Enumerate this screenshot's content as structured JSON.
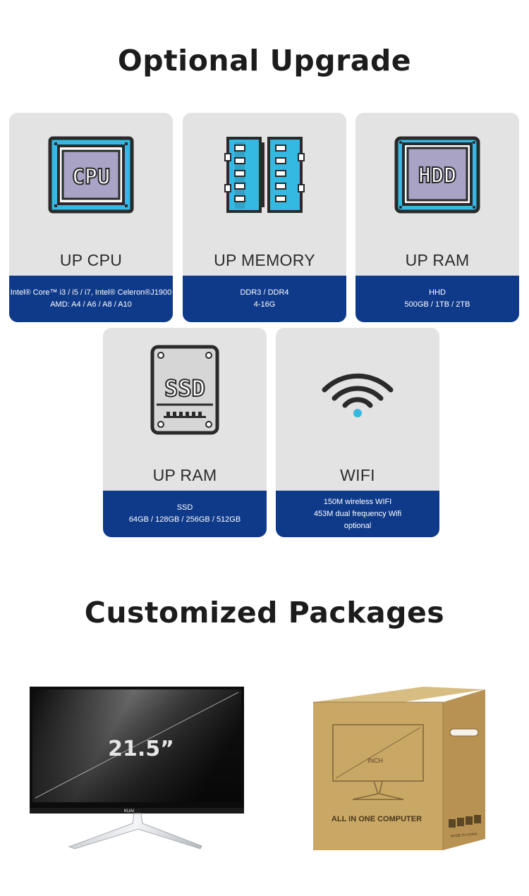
{
  "sections": {
    "upgrade_title": "Optional Upgrade",
    "packages_title": "Customized Packages"
  },
  "colors": {
    "band": "#0f3a8a",
    "card_bg": "#e3e3e3",
    "icon_fill": "#34b9e3",
    "icon_outline": "#2a2a2a"
  },
  "cards": [
    {
      "icon": "cpu-chip-icon",
      "icon_text": "CPU",
      "label": "UP CPU",
      "lines": [
        "Intel® Core™ i3 / i5 / i7,   Intel® Celeron®J1900",
        "AMD: A4 / A6 / A8 / A10"
      ]
    },
    {
      "icon": "memory-module-icon",
      "label": "UP MEMORY",
      "lines": [
        "DDR3 / DDR4",
        "4-16G"
      ]
    },
    {
      "icon": "hdd-icon",
      "icon_text": "HDD",
      "label": "UP RAM",
      "lines": [
        "HHD",
        "500GB / 1TB / 2TB"
      ]
    },
    {
      "icon": "ssd-icon",
      "icon_text": "SSD",
      "label": "UP RAM",
      "lines": [
        "SSD",
        "64GB / 128GB / 256GB / 512GB"
      ]
    },
    {
      "icon": "wifi-icon",
      "label": "WIFI",
      "lines": [
        "150M wireless WIFI",
        "453M dual frequency Wifi",
        "optional"
      ]
    }
  ],
  "packages": {
    "monitor_size": "21.5”",
    "monitor_brand": "KUAI",
    "box_inch": "INCH",
    "box_text": "ALL IN ONE COMPUTER",
    "box_made_in": "MADE IN CHINA"
  }
}
